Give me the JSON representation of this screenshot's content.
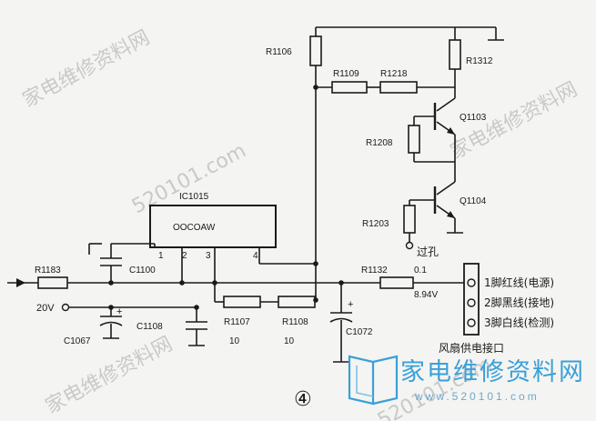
{
  "components": {
    "R1106": "R1106",
    "R1109": "R1109",
    "R1218": "R1218",
    "R1312": "R1312",
    "Q1103": "Q1103",
    "R1208": "R1208",
    "Q1104": "Q1104",
    "R1203": "R1203",
    "via": "过孔",
    "IC1015": "IC1015",
    "ic_marking": "OOCOAW",
    "pin1": "1",
    "pin2": "2",
    "pin3": "3",
    "pin4": "4",
    "R1183": "R1183",
    "C1100": "C1100",
    "R1132": "R1132",
    "R1132_value": "0.1",
    "voltage_894": "8.94V",
    "input_20v": "20V",
    "C1108": "C1108",
    "C1067": "C1067",
    "R1107": "R1107",
    "R1107_value": "10",
    "R1108": "R1108",
    "R1108_value": "10",
    "C1072": "C1072",
    "plus_sign": "+"
  },
  "connector": {
    "pin1_label": "1脚红线(电源)",
    "pin2_label": "2脚黑线(接地)",
    "pin3_label": "3脚白线(检测)",
    "caption": "风扇供电接口"
  },
  "figure_number": "④",
  "watermarks": {
    "site_name": "家电维修资料网",
    "url_fragment": "520101.com",
    "brand": "家电维修资料网",
    "brand_url": "www.520101.com"
  }
}
